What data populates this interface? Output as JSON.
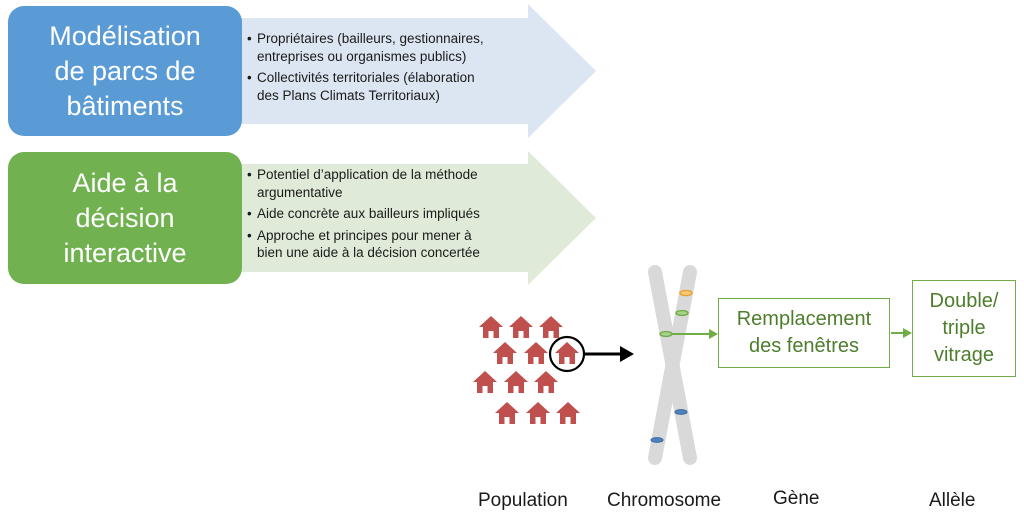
{
  "blocks": [
    {
      "lines": [
        "Modélisation",
        "de parcs de",
        "bâtiments"
      ],
      "color": "#5b9bd5"
    },
    {
      "lines": [
        "Aide à la",
        "décision",
        "interactive"
      ],
      "color": "#71b150"
    }
  ],
  "arrows": [
    {
      "bullets": [
        [
          "Propriétaires (bailleurs, gestionnaires,",
          "entreprises ou organismes publics)"
        ],
        [
          "Collectivités territoriales  (élaboration",
          "des Plans Climats Territoriaux)"
        ]
      ],
      "color": "#dce6f2"
    },
    {
      "bullets": [
        [
          "Potentiel d’application de la méthode",
          "argumentative"
        ],
        [
          "Aide concrète aux bailleurs impliqués"
        ],
        [
          "Approche et principes pour mener à",
          "bien une aide à la décision concertée"
        ]
      ],
      "color": "#dfebd8"
    }
  ],
  "diagram": {
    "gene_box": [
      "Remplacement",
      "des fenêtres"
    ],
    "allele_box": [
      "Double/",
      "triple",
      "vitrage"
    ],
    "labels": {
      "population": "Population",
      "chromosome": "Chromosome",
      "gene": "Gène",
      "allele": "Allèle"
    },
    "colors": {
      "house": "#c0504d",
      "chromosome": "#d9d9d9",
      "gene_arrow": "#70ad47",
      "band_orange": "#e8a030",
      "band_green": "#70ad47",
      "band_blue": "#4f81bd"
    }
  }
}
